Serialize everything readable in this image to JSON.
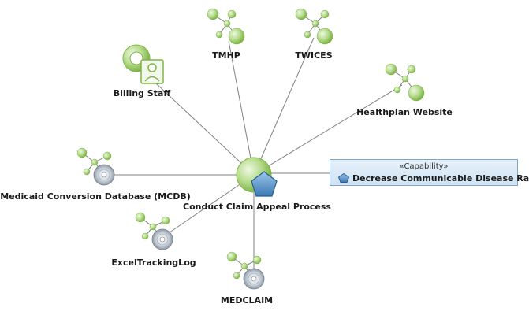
{
  "center": {
    "label": "Conduct Claim Appeal Process"
  },
  "nodes": {
    "billing_staff": {
      "label": "Billing Staff"
    },
    "tmhp": {
      "label": "TMHP"
    },
    "twices": {
      "label": "TWICES"
    },
    "healthplan_website": {
      "label": "Healthplan Website"
    },
    "mcdb": {
      "label": "Medicaid Conversion Database (MCDB)"
    },
    "excel_tracking_log": {
      "label": "ExcelTrackingLog"
    },
    "medclaim": {
      "label": "MEDCLAIM"
    }
  },
  "capability": {
    "stereotype": "«Capability»",
    "label": "Decrease Communicable Disease Rates"
  },
  "colors": {
    "node_green": "#8fc25a",
    "node_green_light": "#d6ecbc",
    "edge": "#808080",
    "capability_icon": "#3b79b5"
  }
}
